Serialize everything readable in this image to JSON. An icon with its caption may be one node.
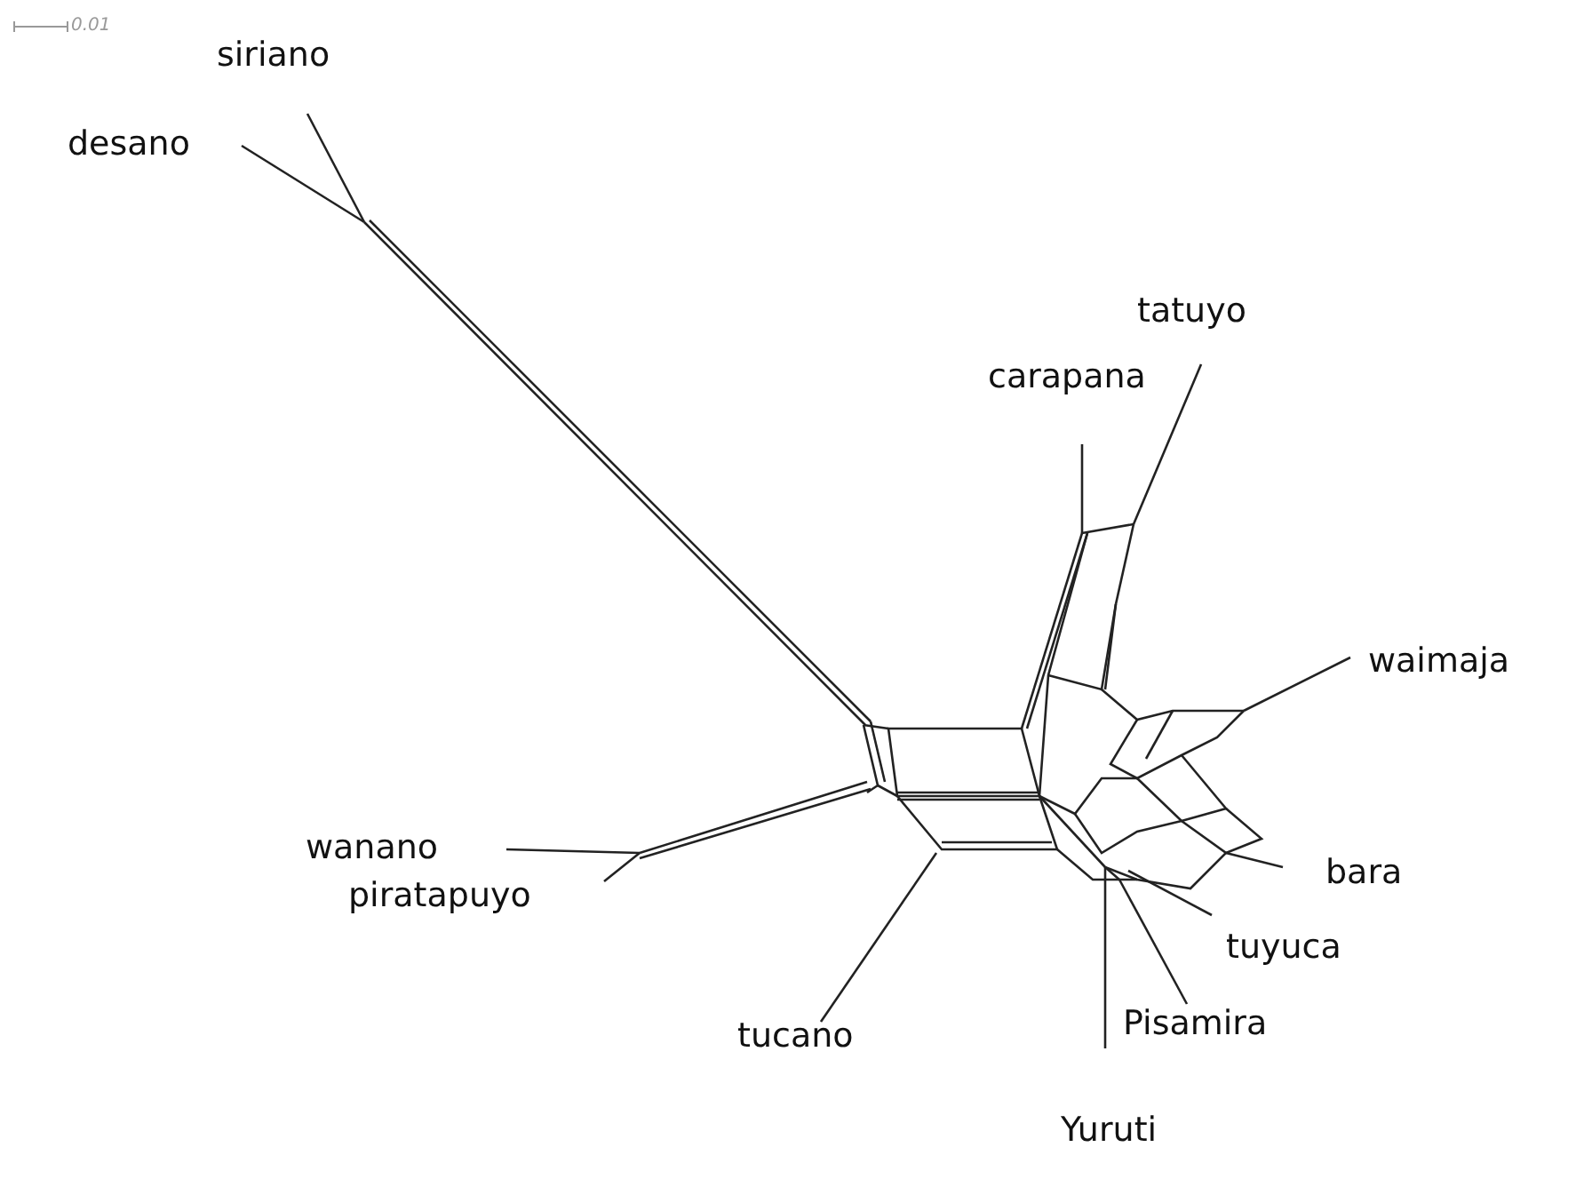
{
  "diagram": {
    "labels": [
      "0.01",
      "siriano",
      "desano",
      "tatuyo",
      "carapana",
      "waimaja",
      "wanano",
      "bara",
      "piratapuyo",
      "tuyuca",
      "Pisamira",
      "tucano",
      "Yuruti"
    ]
  }
}
